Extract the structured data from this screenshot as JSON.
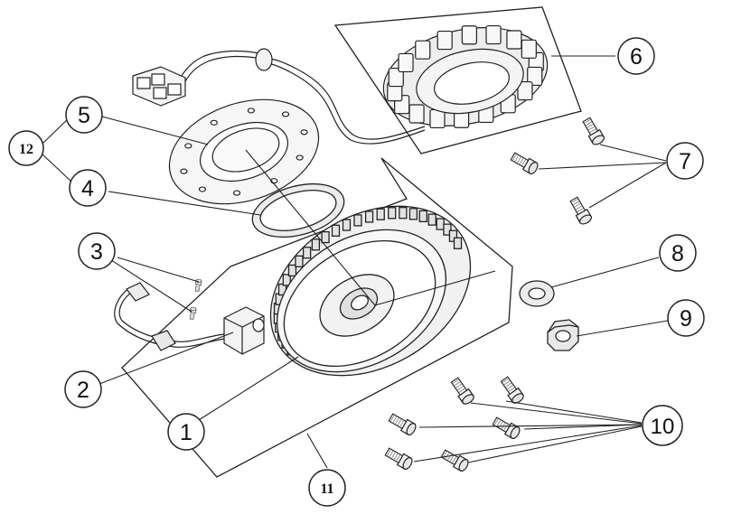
{
  "diagram": {
    "callouts": [
      {
        "id": "c1",
        "label": "1"
      },
      {
        "id": "c2",
        "label": "2"
      },
      {
        "id": "c3",
        "label": "3"
      },
      {
        "id": "c4",
        "label": "4"
      },
      {
        "id": "c5",
        "label": "5"
      },
      {
        "id": "c6",
        "label": "6"
      },
      {
        "id": "c7",
        "label": "7"
      },
      {
        "id": "c8",
        "label": "8"
      },
      {
        "id": "c9",
        "label": "9"
      },
      {
        "id": "c10",
        "label": "10"
      },
      {
        "id": "c11",
        "label": "11"
      },
      {
        "id": "c12",
        "label": "12"
      }
    ],
    "colors": {
      "line": "#222222",
      "part_fill": "#f7f7f7",
      "shade": "#d9d9d9"
    }
  }
}
